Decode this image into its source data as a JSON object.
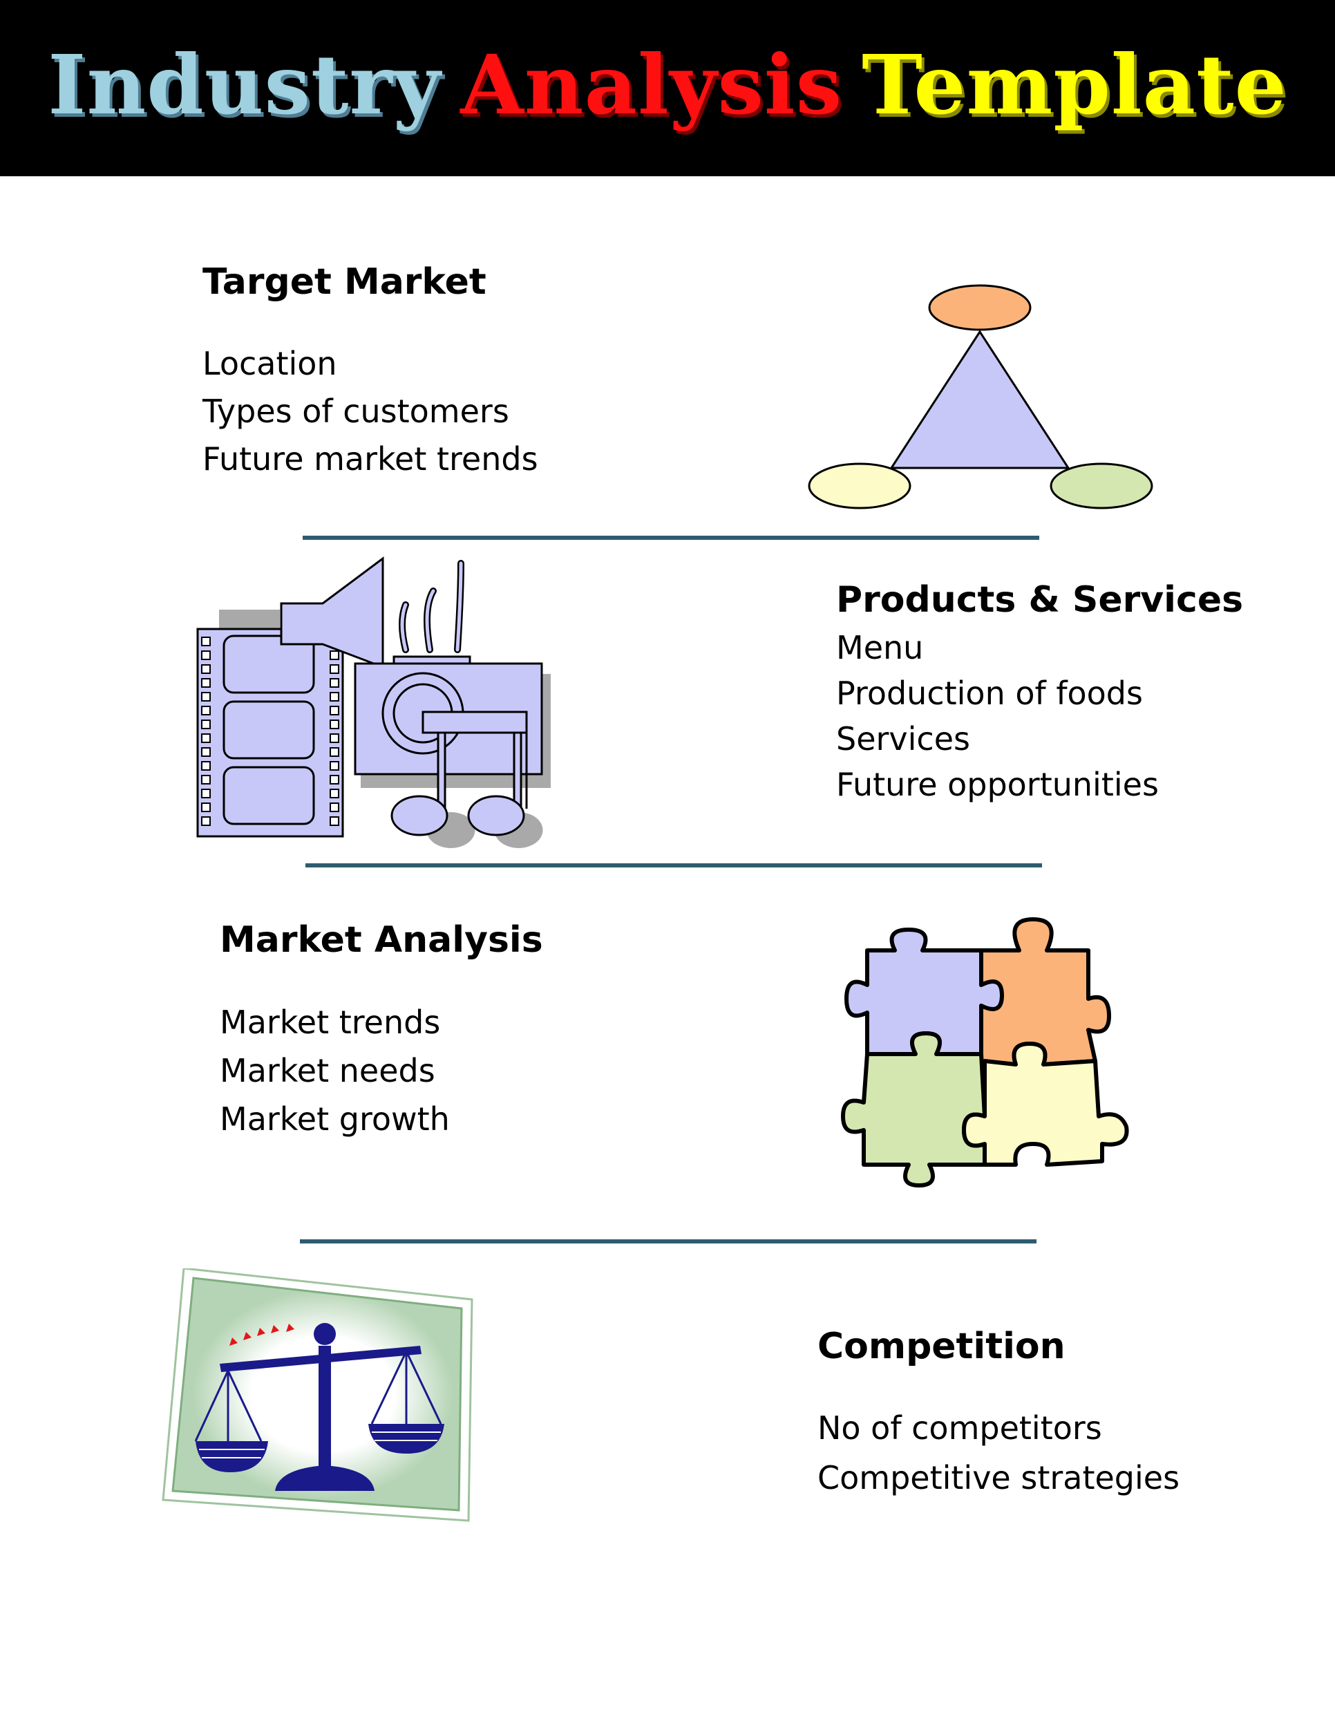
{
  "banner": {
    "title_word1": "Industry",
    "title_word2": "Analysis",
    "title_word3": "Template",
    "colors": {
      "word1": "#9fd0df",
      "word2": "#ff1010",
      "word3": "#ffff00",
      "background": "#000000"
    }
  },
  "sections": {
    "target_market": {
      "heading": "Target Market",
      "items": [
        "Location",
        "Types of customers",
        "Future market trends"
      ],
      "icon": "triangle-diagram-icon"
    },
    "products_services": {
      "heading": "Products & Services",
      "items": [
        "Menu",
        "Production of foods",
        "Services",
        "Future opportunities"
      ],
      "icon": "media-film-music-icon"
    },
    "market_analysis": {
      "heading": "Market Analysis",
      "items": [
        "Market trends",
        "Market needs",
        "Market growth"
      ],
      "icon": "puzzle-pieces-icon"
    },
    "competition": {
      "heading": "Competition",
      "items": [
        "No of competitors",
        "Competitive strategies"
      ],
      "icon": "balance-scale-icon"
    }
  },
  "divider_color": "#2e5c6e"
}
